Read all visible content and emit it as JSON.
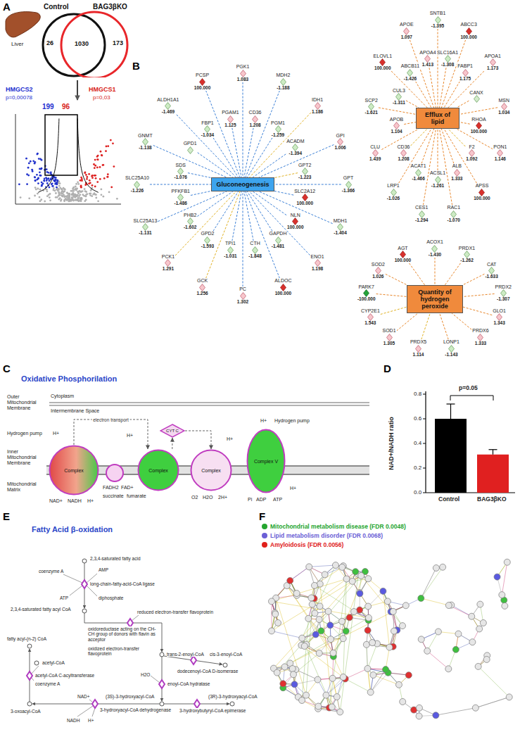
{
  "diagram": {
    "nodes": [
      {
        "text": [
          "Control",
          "26"
        ]
      },
      {
        "text": [
          "BAG3βKO",
          "173"
        ]
      },
      {
        "text": [
          "Gluconeogenesis"
        ]
      },
      {
        "text": [
          "PGK1",
          "1.083"
        ]
      },
      {
        "text": [
          "CD36",
          "1.208"
        ]
      },
      {
        "text": [
          "MDH2",
          "-1.188"
        ]
      },
      {
        "text": [
          "PGM1",
          "-1.259"
        ]
      },
      {
        "text": [
          "IDH1",
          "1.186"
        ]
      },
      {
        "text": [
          "ACADM",
          "-1.394"
        ]
      },
      {
        "text": [
          "GPI",
          "1.006"
        ]
      },
      {
        "text": [
          "GPT2",
          "-1.223"
        ]
      },
      {
        "text": [
          "GPT",
          "-1.366"
        ]
      },
      {
        "text": [
          "SLC2A12",
          "100.000"
        ]
      },
      {
        "text": [
          "MDH1",
          "-1.404"
        ]
      },
      {
        "text": [
          "NLN",
          "100.000"
        ]
      },
      {
        "text": [
          "ENO1",
          "1.198"
        ]
      },
      {
        "text": [
          "GAPDH",
          "-1.481"
        ]
      },
      {
        "text": [
          "ALDOC",
          "100.000"
        ]
      },
      {
        "text": [
          "CTH",
          "-1.848"
        ]
      },
      {
        "text": [
          "PC",
          "1.302"
        ]
      },
      {
        "text": [
          "TPI1",
          "-1.031"
        ]
      },
      {
        "text": [
          "GCK",
          "1.256"
        ]
      },
      {
        "text": [
          "GPD2",
          "-1.593"
        ]
      },
      {
        "text": [
          "PCK1",
          "1.291"
        ]
      },
      {
        "text": [
          "PHB2",
          "-1.602"
        ]
      },
      {
        "text": [
          "SLC25A13",
          "-1.131"
        ]
      },
      {
        "text": [
          "PFKFB1",
          "-1.486"
        ]
      },
      {
        "text": [
          "SLC25A10",
          "-1.226"
        ]
      },
      {
        "text": [
          "SDS",
          "-1.076"
        ]
      },
      {
        "text": [
          "GNMT",
          "-1.138"
        ]
      },
      {
        "text": [
          "GPD1"
        ]
      },
      {
        "text": [
          "ALDH1A1",
          "-1.469"
        ]
      },
      {
        "text": [
          "FBP1",
          "-1.034"
        ]
      },
      {
        "text": [
          "PCSP",
          "100.000"
        ]
      },
      {
        "text": [
          "PGAM1",
          "1.125"
        ]
      },
      {
        "text": [
          "Efflux of lipid"
        ]
      },
      {
        "text": [
          "SNTB1",
          "-1.395"
        ]
      },
      {
        "text": [
          "SLC16A1",
          "-1.308"
        ]
      },
      {
        "text": [
          "ABCC3",
          "100.000"
        ]
      },
      {
        "text": [
          "FABP1",
          "1.175"
        ]
      },
      {
        "text": [
          "APOA1",
          "1.173"
        ]
      },
      {
        "text": [
          "CANX"
        ]
      },
      {
        "text": [
          "MSN",
          "1.034"
        ]
      },
      {
        "text": [
          "RHOA",
          "100.000"
        ]
      },
      {
        "text": [
          "PON1",
          "1.146"
        ]
      },
      {
        "text": [
          "F2",
          "1.092"
        ]
      },
      {
        "text": [
          "APSS",
          "100.000"
        ]
      },
      {
        "text": [
          "ALB",
          "1.333"
        ]
      },
      {
        "text": [
          "RAC1",
          "-1.070"
        ]
      },
      {
        "text": [
          "ACSL1",
          "-1.261"
        ]
      },
      {
        "text": [
          "CES1",
          "-1.294"
        ]
      },
      {
        "text": [
          "ACAT1",
          "-1.466"
        ]
      },
      {
        "text": [
          "LRP1",
          "-1.026"
        ]
      },
      {
        "text": [
          "CD36",
          "1.208"
        ]
      },
      {
        "text": [
          "CLU",
          "1.439"
        ]
      },
      {
        "text": [
          "APOB",
          "1.104"
        ]
      },
      {
        "text": [
          "SCP2",
          "-1.621"
        ]
      },
      {
        "text": [
          "CUL3",
          "-1.311"
        ]
      },
      {
        "text": [
          "ELOVL1",
          "100.000"
        ]
      },
      {
        "text": [
          "ABCB11",
          "-1.426"
        ]
      },
      {
        "text": [
          "APOE",
          "1.097"
        ]
      },
      {
        "text": [
          "APOA4",
          "1.413"
        ]
      },
      {
        "text": [
          "Quantity of hydrogen peroxide"
        ]
      },
      {
        "text": [
          "ACOX1",
          "-1.430"
        ]
      },
      {
        "text": [
          "PRDX1",
          "-1.262"
        ]
      },
      {
        "text": [
          "CAT",
          "-1.633"
        ]
      },
      {
        "text": [
          "PRDX2",
          "-1.307"
        ]
      },
      {
        "text": [
          "GLO1",
          "1.343"
        ]
      },
      {
        "text": [
          "PRDX6",
          "1.333"
        ]
      },
      {
        "text": [
          "LONP1",
          "-1.143"
        ]
      },
      {
        "text": [
          "PRDX5",
          "1.114"
        ]
      },
      {
        "text": [
          "SOD1",
          "1.305"
        ]
      },
      {
        "text": [
          "CYP2E1",
          "1.543"
        ]
      },
      {
        "text": [
          "PARK7",
          "-100.000"
        ]
      },
      {
        "text": [
          "SOD2",
          "1.026"
        ]
      },
      {
        "text": [
          "AGT",
          "100.000"
        ]
      },
      {
        "text": [
          "Complex"
        ]
      },
      {
        "text": [
          "CYT C"
        ]
      },
      {
        "text": [
          "Complex"
        ]
      },
      {
        "text": [
          "Complex"
        ]
      },
      {
        "text": [
          "Complex V"
        ]
      }
    ],
    "edges": [
      {
        "from": 3,
        "to": 2,
        "arrow": "none"
      },
      {
        "from": 4,
        "to": 2,
        "arrow": "none"
      },
      {
        "from": 5,
        "to": 2,
        "arrow": "none"
      },
      {
        "from": 6,
        "to": 2,
        "arrow": "none"
      },
      {
        "from": 7,
        "to": 2,
        "arrow": "none"
      },
      {
        "from": 8,
        "to": 2,
        "arrow": "none"
      },
      {
        "from": 9,
        "to": 2,
        "arrow": "none"
      },
      {
        "from": 10,
        "to": 2,
        "arrow": "none"
      },
      {
        "from": 11,
        "to": 2,
        "arrow": "none"
      },
      {
        "from": 12,
        "to": 2,
        "arrow": "none"
      },
      {
        "from": 13,
        "to": 2,
        "arrow": "none"
      },
      {
        "from": 14,
        "to": 2,
        "arrow": "none"
      },
      {
        "from": 15,
        "to": 2,
        "arrow": "none"
      },
      {
        "from": 16,
        "to": 2,
        "arrow": "none"
      },
      {
        "from": 17,
        "to": 2,
        "arrow": "none"
      },
      {
        "from": 18,
        "to": 2,
        "arrow": "none"
      },
      {
        "from": 19,
        "to": 2,
        "arrow": "none"
      },
      {
        "from": 20,
        "to": 2,
        "arrow": "none"
      },
      {
        "from": 21,
        "to": 2,
        "arrow": "none"
      },
      {
        "from": 22,
        "to": 2,
        "arrow": "none"
      },
      {
        "from": 23,
        "to": 2,
        "arrow": "none"
      },
      {
        "from": 24,
        "to": 2,
        "arrow": "none"
      },
      {
        "from": 25,
        "to": 2,
        "arrow": "none"
      },
      {
        "from": 26,
        "to": 2,
        "arrow": "none"
      },
      {
        "from": 27,
        "to": 2,
        "arrow": "none"
      },
      {
        "from": 28,
        "to": 2,
        "arrow": "none"
      },
      {
        "from": 29,
        "to": 2,
        "arrow": "none"
      },
      {
        "from": 30,
        "to": 2,
        "arrow": "none"
      },
      {
        "from": 31,
        "to": 2,
        "arrow": "none"
      },
      {
        "from": 32,
        "to": 2,
        "arrow": "none"
      },
      {
        "from": 33,
        "to": 2,
        "arrow": "none"
      },
      {
        "from": 34,
        "to": 2,
        "arrow": "none"
      },
      {
        "from": 36,
        "to": 35,
        "arrow": "none"
      },
      {
        "from": 37,
        "to": 35,
        "arrow": "none"
      },
      {
        "from": 38,
        "to": 35,
        "arrow": "none"
      },
      {
        "from": 39,
        "to": 35,
        "arrow": "none"
      },
      {
        "from": 40,
        "to": 35,
        "arrow": "none"
      },
      {
        "from": 41,
        "to": 35,
        "arrow": "none"
      },
      {
        "from": 42,
        "to": 35,
        "arrow": "none"
      },
      {
        "from": 43,
        "to": 35,
        "arrow": "none"
      },
      {
        "from": 44,
        "to": 35,
        "arrow": "none"
      },
      {
        "from": 45,
        "to": 35,
        "arrow": "none"
      },
      {
        "from": 46,
        "to": 35,
        "arrow": "none"
      },
      {
        "from": 47,
        "to": 35,
        "arrow": "none"
      },
      {
        "from": 48,
        "to": 35,
        "arrow": "none"
      },
      {
        "from": 49,
        "to": 35,
        "arrow": "none"
      },
      {
        "from": 50,
        "to": 35,
        "arrow": "none"
      },
      {
        "from": 51,
        "to": 35,
        "arrow": "none"
      },
      {
        "from": 52,
        "to": 35,
        "arrow": "none"
      },
      {
        "from": 53,
        "to": 35,
        "arrow": "none"
      },
      {
        "from": 54,
        "to": 35,
        "arrow": "none"
      },
      {
        "from": 55,
        "to": 35,
        "arrow": "none"
      },
      {
        "from": 56,
        "to": 35,
        "arrow": "none"
      },
      {
        "from": 57,
        "to": 35,
        "arrow": "none"
      },
      {
        "from": 58,
        "to": 35,
        "arrow": "none"
      },
      {
        "from": 59,
        "to": 35,
        "arrow": "none"
      },
      {
        "from": 60,
        "to": 35,
        "arrow": "none"
      },
      {
        "from": 61,
        "to": 35,
        "arrow": "none"
      },
      {
        "from": 63,
        "to": 62,
        "arrow": "none"
      },
      {
        "from": 64,
        "to": 62,
        "arrow": "none"
      },
      {
        "from": 65,
        "to": 62,
        "arrow": "none"
      },
      {
        "from": 66,
        "to": 62,
        "arrow": "none"
      },
      {
        "from": 67,
        "to": 62,
        "arrow": "none"
      },
      {
        "from": 68,
        "to": 62,
        "arrow": "none"
      },
      {
        "from": 69,
        "to": 62,
        "arrow": "none"
      },
      {
        "from": 70,
        "to": 62,
        "arrow": "none"
      },
      {
        "from": 71,
        "to": 62,
        "arrow": "none"
      },
      {
        "from": 72,
        "to": 62,
        "arrow": "none"
      },
      {
        "from": 73,
        "to": 62,
        "arrow": "none"
      },
      {
        "from": 74,
        "to": 62,
        "arrow": "none"
      },
      {
        "from": 75,
        "to": 62,
        "arrow": "none"
      },
      {
        "from": 76,
        "to": 78,
        "label": "electron transport",
        "arrow": "to"
      },
      {
        "from": 78,
        "to": 77,
        "arrow": "to"
      },
      {
        "from": 77,
        "to": 79,
        "arrow": "to"
      }
    ],
    "labels": [
      "A",
      "B",
      "C",
      "D",
      "E",
      "F",
      "Liver",
      "1030",
      "HMGCS2",
      "p=0,00078",
      "199",
      "96",
      "HMGCS1",
      "p=0,03",
      "Oxidative Phosphorilation",
      "Outer Mitochondrial Membrane",
      "Cytoplasm",
      "Intermembrane Space",
      "Hydrogen pump",
      "Inner Mitochondrial Membrane",
      "Mitochondrial Matrix",
      "H+",
      "H+",
      "H+",
      "H+",
      "Hydrogen pump",
      "NAD+",
      "NADH",
      "H+",
      "FADH2",
      "FAD+",
      "succinate",
      "fumarate",
      "O2",
      "H2O",
      "2H+",
      "Pi",
      "ADP",
      "ATP",
      "H+",
      "NAD+/NADH ratio",
      "0.0",
      "0.2",
      "0.4",
      "0.6",
      "0.8",
      "p=0.05",
      "Control",
      "BAG3βKO",
      "Fatty Acid β-oxidation",
      "2,3,4-saturated fatty acid",
      "coenzyme A",
      "AMP",
      "long-chain-fatty-acid-CoA ligase",
      "ATP",
      "diphosphate",
      "2,3,4-saturated fatty acyl CoA",
      "reduced electron-transfer flavoprotein",
      "oxidoreductase acting on the CH-CH group of donors with flavin as acceptor",
      "oxidized electron-transfer flavoprotein",
      "fatty acyl-(n-2) CoA",
      "trans-2-enoyl-CoA",
      "cis-3-enoyl-CoA",
      "dodecenoyl-CoA D-isomerase",
      "acetyl-CoA",
      "acetyl-CoA C-acyltransferase",
      "coenzyme A",
      "H2O",
      "enoyl-CoA hydratase",
      "NAD+",
      "(3S)-3-hydroxyacyl-CoA",
      "3-oxoacyl-CoA",
      "3-hydroxyacyl-CoA dehydrogenase",
      "3-hydroxybutyryl-CoA epimerase",
      "(3R)-3-hydroxyacyl-CoA",
      "NADH",
      "H+"
    ],
    "legend": [
      {
        "text": "Mitochondrial metabolism disease (FDR 0.0048)",
        "color": "#25a52f"
      },
      {
        "text": "Lipid metabolism disorder (FDR 0.0068)",
        "color": "#6b5fd6"
      },
      {
        "text": "Amyloidosis (FDR 0.0056)",
        "color": "#e0201b"
      }
    ]
  }
}
